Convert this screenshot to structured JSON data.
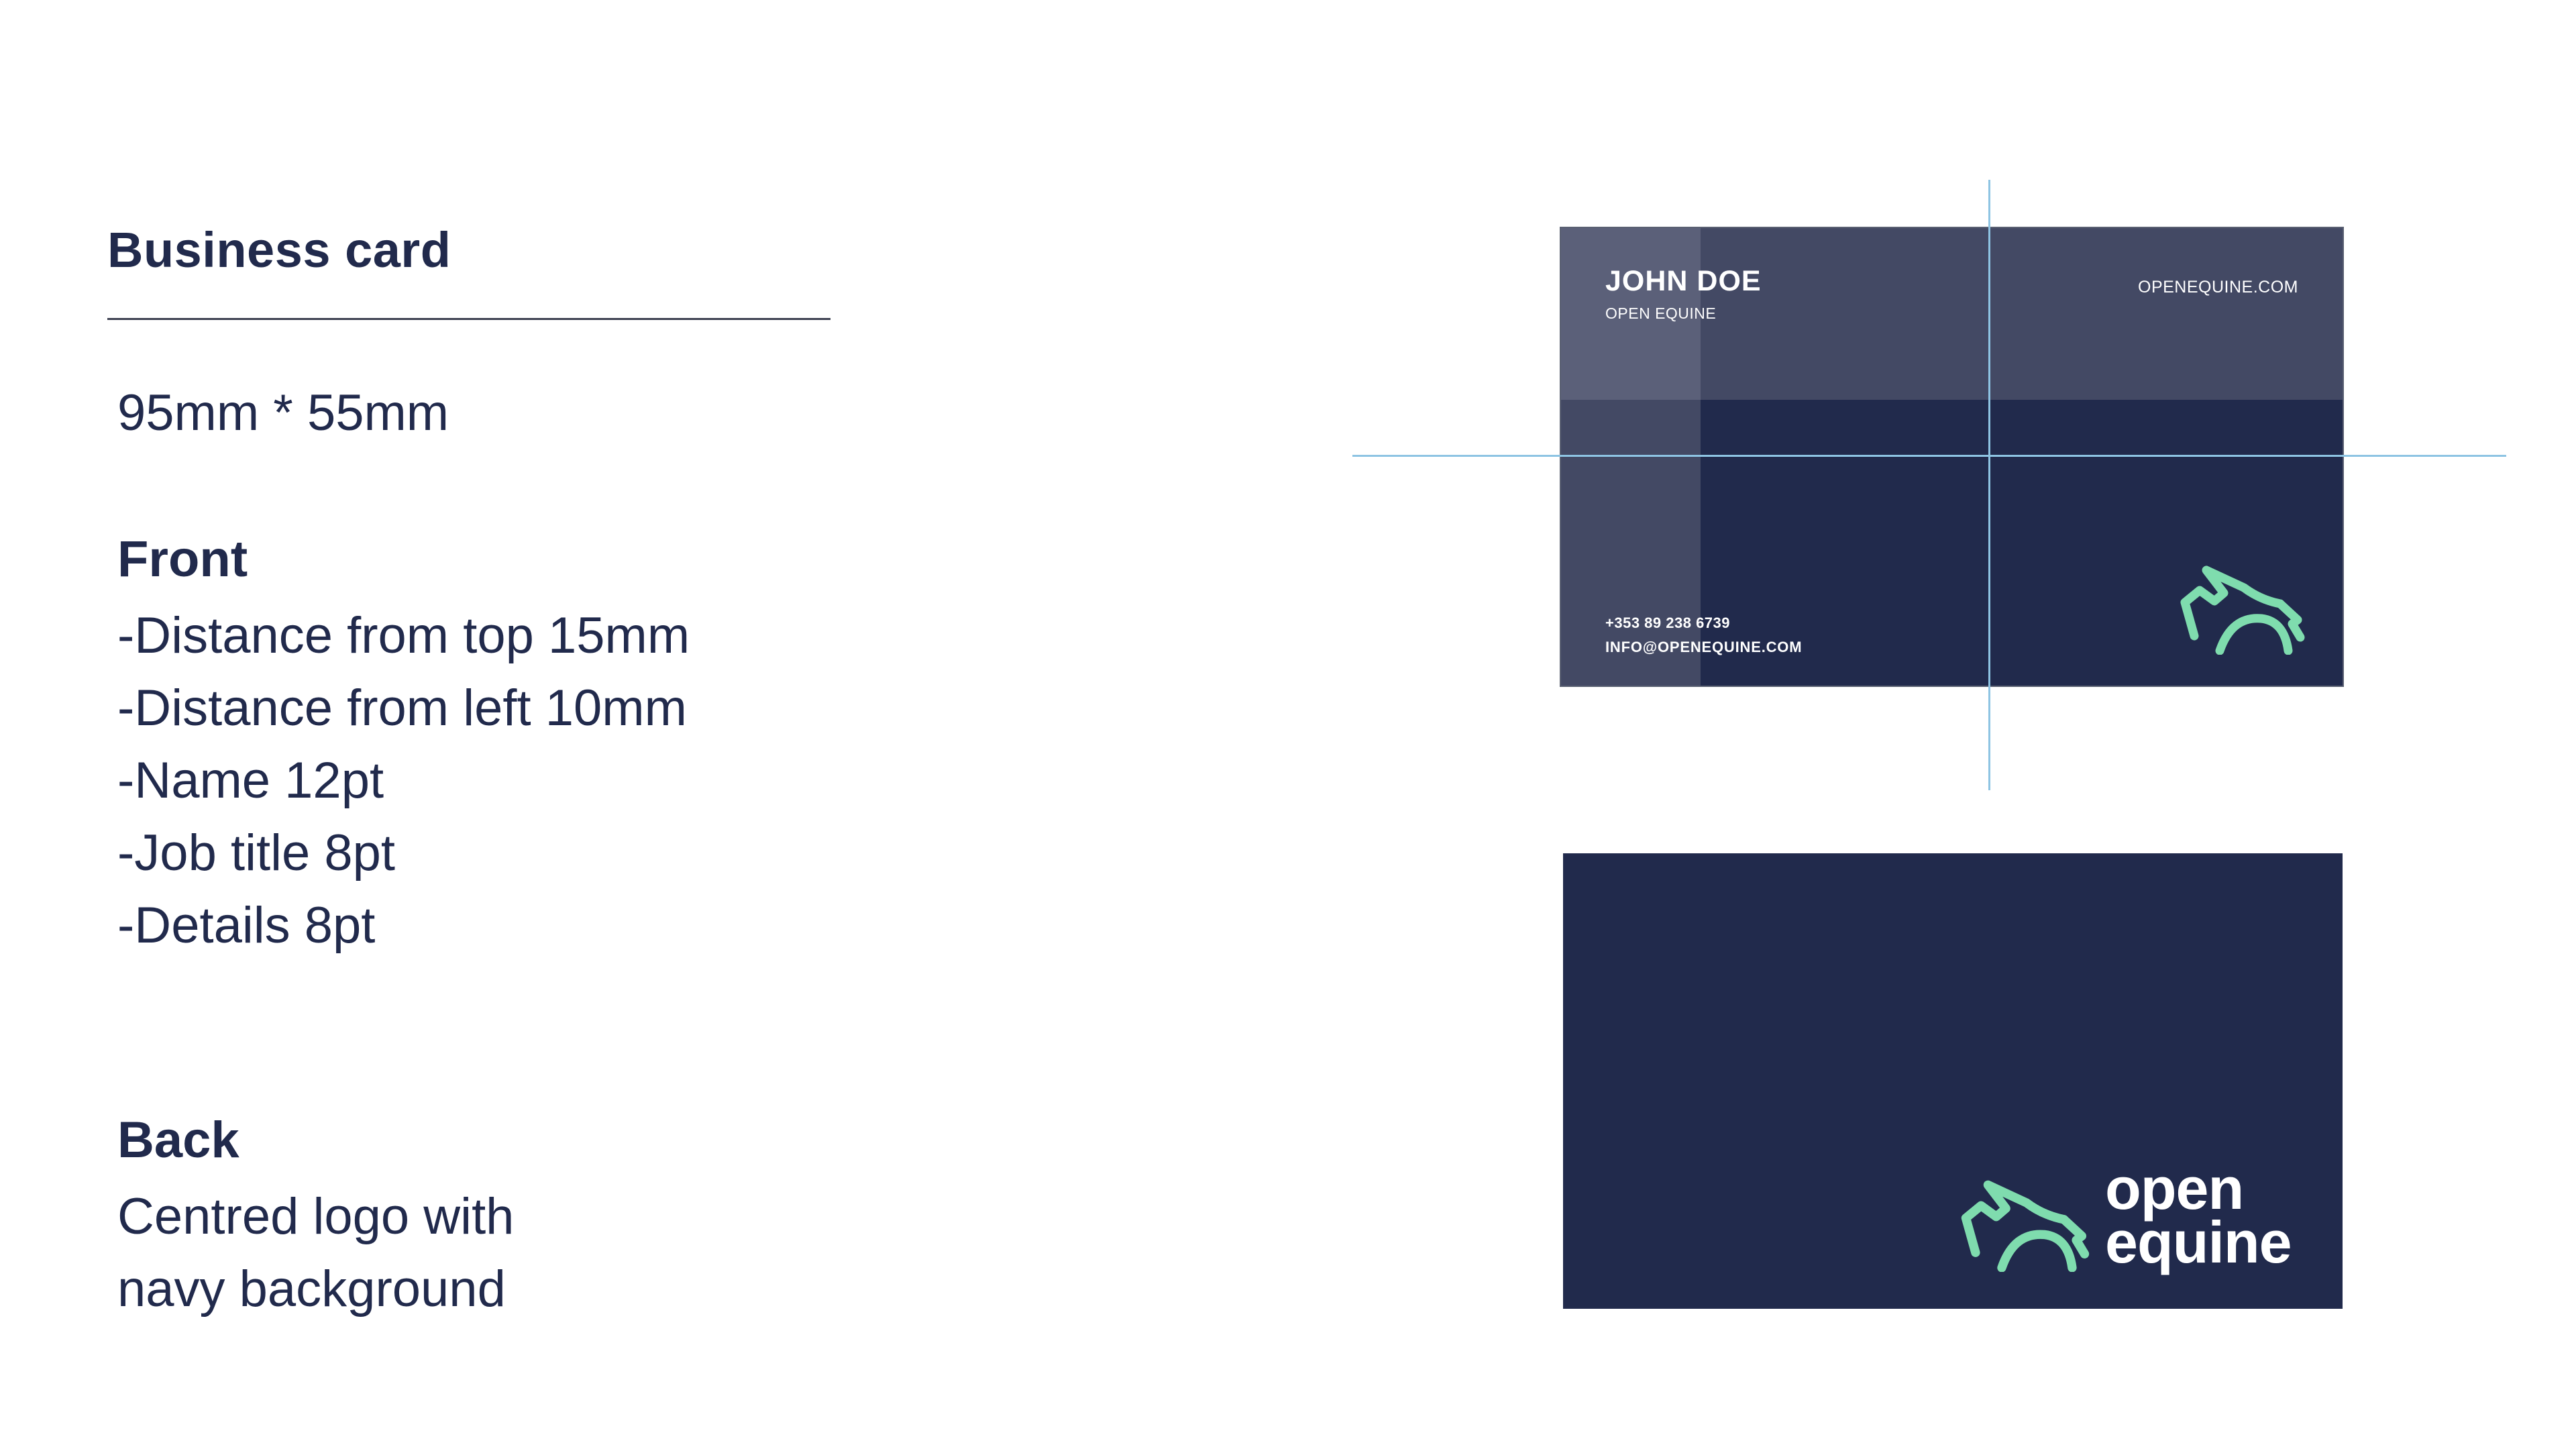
{
  "spec": {
    "title": "Business card",
    "dimensions": "95mm * 55mm",
    "front_heading": "Front",
    "front_items": [
      "-Distance from top 15mm",
      "-Distance from left 10mm",
      "-Name 12pt",
      "-Job title 8pt",
      "-Details 8pt"
    ],
    "back_heading": "Back",
    "back_lines": [
      "Centred logo with",
      "navy background"
    ]
  },
  "card_front": {
    "name": "JOHN DOE",
    "job_title": "OPEN EQUINE",
    "website": "OPENEQUINE.COM",
    "phone": "+353 89 238 6739",
    "email": "INFO@OPENEQUINE.COM",
    "logo_icon": "horse-icon"
  },
  "card_back": {
    "logo_line1": "open",
    "logo_line2": "equine",
    "logo_icon": "horse-icon"
  },
  "colors": {
    "navy": "#212a4c",
    "navy_light": "#434964",
    "navy_lighter": "#5b6079",
    "mint": "#7fdcae",
    "guide": "#8ec4e3",
    "white": "#ffffff"
  }
}
